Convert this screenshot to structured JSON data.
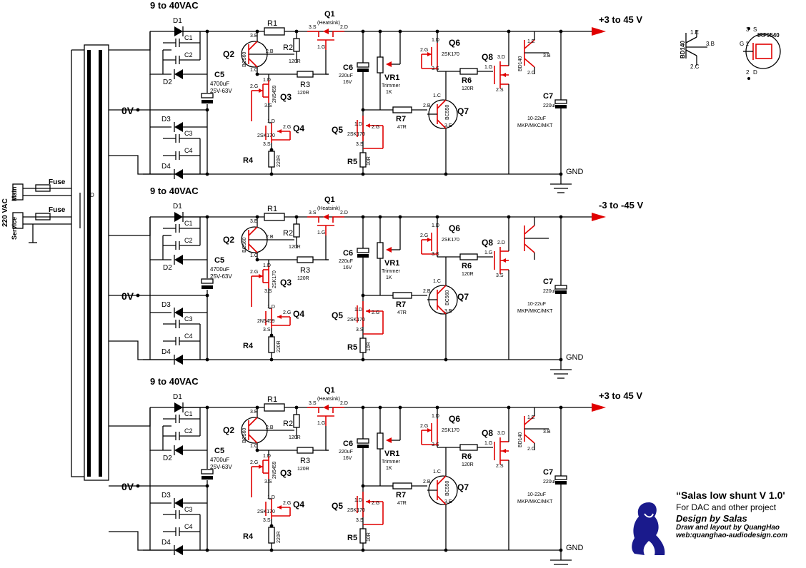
{
  "credits": {
    "title": "“Salas low shunt V 1.0'",
    "subtitle": "For DAC and other project",
    "designer": "Design by Salas",
    "layout": "Draw and layout by QuangHao",
    "website": "web:quanghao-audiodesign.com"
  },
  "mains": {
    "vac": "220 VAC",
    "main": "Main",
    "service": "Service",
    "fuse": "Fuse",
    "d": "D"
  },
  "legend": {
    "bd140": "BD140",
    "e1": "1.E",
    "c2": "2.C",
    "b3": "3.B",
    "irf": "IRF9540",
    "s3": "3",
    "s": "S",
    "g1": "G 1",
    "d2": "2",
    "d": "D"
  },
  "regs": [
    {
      "vac": "9 to 40VAC",
      "out": "+3 to 45 V",
      "zero": "0V",
      "gnd": "GND",
      "d1": "D1",
      "d2": "D2",
      "d3": "D3",
      "d4": "D4",
      "c1": "C1",
      "c2": "C2",
      "c3": "C3",
      "c4": "C4",
      "c5": "C5",
      "c5v": "4700uF",
      "c5r": "25V-63V",
      "q1": "Q1",
      "heatsink": "(Heatsink)",
      "q1s": "3.S",
      "q1d": "2.D",
      "q1g": "1.G",
      "r1": "R1",
      "r2": "R2",
      "r2v": "120R",
      "r3": "R3",
      "r3v": "120R",
      "r4": "R4",
      "r4v": "220R",
      "r5": "R5",
      "r5v": "10R",
      "q2": "Q2",
      "q2p": "BC560",
      "q2e": "3.E",
      "q2b": "2.B",
      "q2c": "1.C",
      "q3": "Q3",
      "q3p": "2N5459",
      "q3d": "1.D",
      "q3g": "2.G",
      "q3s": "3.S",
      "q4": "Q4",
      "q4p": "2SK170",
      "q4d": "1.D",
      "q4g": "2.G",
      "q4s": "3.S",
      "c6": "C6",
      "c6v": "220uF",
      "c6r": "16V",
      "vr1": "VR1",
      "vr1a": "Trimmer",
      "vr1v": "1K",
      "q5": "Q5",
      "q5p": "2SK170",
      "q5d": "1.D",
      "q5g": "2.G",
      "q5s": "3.S",
      "q6": "Q6",
      "q6p": "2SK170",
      "q6d": "1.D",
      "q6g": "2.G",
      "q6s": "3.S",
      "r6": "R6",
      "r6v": "120R",
      "r7": "R7",
      "r7v": "47R",
      "q7": "Q7",
      "q7p": "BC550",
      "q7c": "1.C",
      "q7b": "2.B",
      "q7e": "3.E",
      "q8": "Q8",
      "q8d": "3.D",
      "q8g": "1.G",
      "q8s": "2.S",
      "bd": "BD140",
      "bde": "1.E",
      "bdc": "2.C",
      "bdb": "3.B",
      "c7": "C7",
      "c7v": "220uF",
      "c7a": "10-22uF",
      "c7b": "MKP/MKC/MKT"
    },
    {
      "vac": "9 to 40VAC",
      "out": "-3 to -45 V",
      "zero": "0V",
      "gnd": "GND",
      "d1": "D1",
      "d2": "D2",
      "d3": "D3",
      "d4": "D4",
      "c1": "C1",
      "c2": "C2",
      "c3": "C3",
      "c4": "C4",
      "c5": "C5",
      "c5v": "4700uF",
      "c5r": "25V-63V",
      "q1": "Q1",
      "heatsink": "(Heatsink)",
      "q1s": "3.S",
      "q1d": "2.D",
      "q1g": "1.G",
      "r1": "R1",
      "r2": "R2",
      "r2v": "120R",
      "r3": "R3",
      "r3v": "120R",
      "r4": "R4",
      "r4v": "220R",
      "r5": "R5",
      "r5v": "10R",
      "q2": "Q2",
      "q2p": "BC560",
      "q2e": "3.E",
      "q2b": "2.B",
      "q2c": "1.C",
      "q3": "Q3",
      "q3p": "2SK170",
      "q3d": "1.D",
      "q3g": "2.G",
      "q3s": "3.S",
      "q4": "Q4",
      "q4p": "2N5459",
      "q4d": "1.D",
      "q4g": "2.G",
      "q4s": "3.S",
      "c6": "C6",
      "c6v": "220uF",
      "c6r": "16V",
      "vr1": "VR1",
      "vr1a": "Trimmer",
      "vr1v": "1K",
      "q5": "Q5",
      "q5p": "2SK170",
      "q5d": "1.D",
      "q5g": "2.G",
      "q5s": "3.S",
      "q6": "Q6",
      "q6p": "2SK170",
      "q6d": "1.D",
      "q6g": "2.G",
      "q6s": "3.S",
      "r6": "R6",
      "r6v": "120R",
      "r7": "R7",
      "r7v": "47R",
      "q7": "Q7",
      "q7p": "BC560",
      "q7c": "1.C",
      "q7b": "2.B",
      "q7e": "3.E",
      "q8": "Q8",
      "q8d": "2.D",
      "q8g": "1.G",
      "q8s": "3.S",
      "bd": "",
      "bde": "",
      "bdc": "",
      "bdb": "",
      "c7": "C7",
      "c7v": "220uF",
      "c7a": "10-22uF",
      "c7b": "MKP/MKC/MKT"
    },
    {
      "vac": "9 to 40VAC",
      "out": "+3 to 45 V",
      "zero": "0V",
      "gnd": "GND",
      "d1": "D1",
      "d2": "D2",
      "d3": "D3",
      "d4": "D4",
      "c1": "C1",
      "c2": "C2",
      "c3": "C3",
      "c4": "C4",
      "c5": "C5",
      "c5v": "4700uF",
      "c5r": "25V-63V",
      "q1": "Q1",
      "heatsink": "(Heatsink)",
      "q1s": "3.S",
      "q1d": "2.D",
      "q1g": "1.G",
      "r1": "R1",
      "r2": "R2",
      "r2v": "120R",
      "r3": "R3",
      "r3v": "120R",
      "r4": "R4",
      "r4v": "220R",
      "r5": "R5",
      "r5v": "10R",
      "q2": "Q2",
      "q2p": "BC560",
      "q2e": "3.E",
      "q2b": "2.B",
      "q2c": "1.C",
      "q3": "Q3",
      "q3p": "2N5459",
      "q3d": "1.D",
      "q3g": "2.G",
      "q3s": "3.S",
      "q4": "Q4",
      "q4p": "2SK170",
      "q4d": "1.D",
      "q4g": "2.G",
      "q4s": "3.S",
      "c6": "C6",
      "c6v": "220uF",
      "c6r": "16V",
      "vr1": "VR1",
      "vr1a": "Trimmer",
      "vr1v": "1K",
      "q5": "Q5",
      "q5p": "2SK170",
      "q5d": "1.D",
      "q5g": "2.G",
      "q5s": "3.S",
      "q6": "Q6",
      "q6p": "2SK170",
      "q6d": "1.D",
      "q6g": "2.G",
      "q6s": "3.S",
      "r6": "R6",
      "r6v": "120R",
      "r7": "R7",
      "r7v": "47R",
      "q7": "Q7",
      "q7p": "BC550",
      "q7c": "1.C",
      "q7b": "2.B",
      "q7e": "3.E",
      "q8": "Q8",
      "q8d": "3.D",
      "q8g": "1.G",
      "q8s": "2.S",
      "bd": "BD140",
      "bde": "1.E",
      "bdc": "2.C",
      "bdb": "3.B",
      "c7": "C7",
      "c7v": "220uF",
      "c7a": "10-22uF",
      "c7b": "MKP/MKC/MKT"
    }
  ],
  "colors": {
    "wire": "#000000",
    "device": "#e00000",
    "logo": "#1a1a8c"
  }
}
